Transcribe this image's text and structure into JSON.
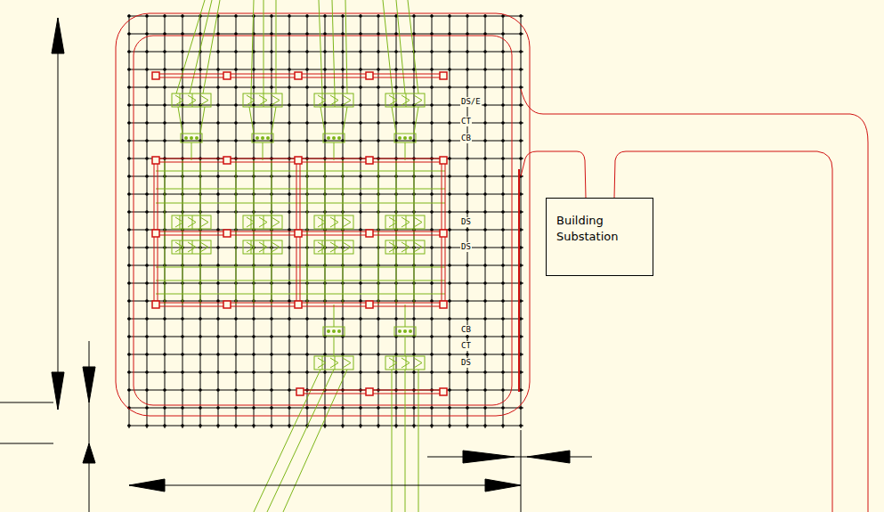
{
  "diagram": {
    "nodes": [
      {
        "text": [
          "Building Substation"
        ]
      }
    ],
    "labels": [
      "DS/E",
      "CT",
      "CB",
      "DS",
      "DS",
      "CB",
      "CT",
      "DS"
    ]
  }
}
